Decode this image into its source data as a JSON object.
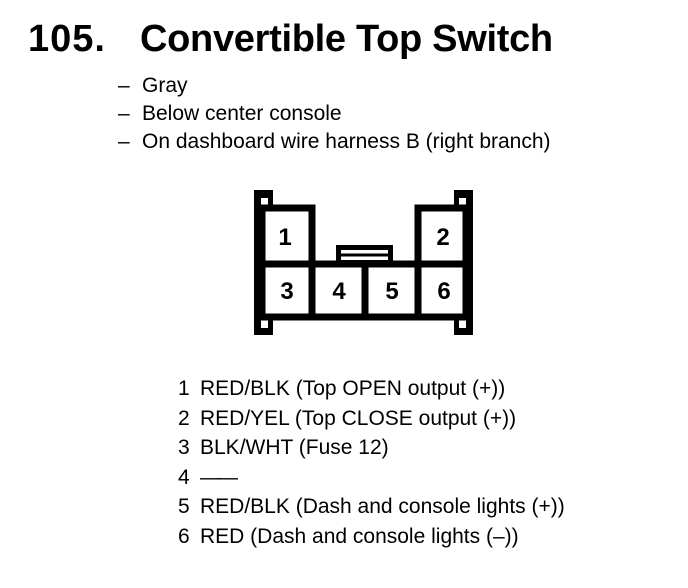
{
  "header": {
    "number": "105.",
    "title": "Convertible Top Switch"
  },
  "details": {
    "dash": "–",
    "items": [
      "Gray",
      "Below center console",
      "On dashboard wire harness B (right branch)"
    ]
  },
  "connector": {
    "description": "6-pin connector front view",
    "pins": [
      "1",
      "2",
      "3",
      "4",
      "5",
      "6"
    ]
  },
  "legend": {
    "rows": [
      {
        "pin": "1",
        "label": "RED/BLK (Top OPEN output (+))"
      },
      {
        "pin": "2",
        "label": "RED/YEL (Top CLOSE output (+))"
      },
      {
        "pin": "3",
        "label": "BLK/WHT (Fuse 12)"
      },
      {
        "pin": "4",
        "label": "——"
      },
      {
        "pin": "5",
        "label": "RED/BLK (Dash and console lights (+))"
      },
      {
        "pin": "6",
        "label": "RED (Dash and console lights (–))"
      }
    ]
  },
  "colors": {
    "ink": "#000000",
    "paper": "#ffffff"
  }
}
